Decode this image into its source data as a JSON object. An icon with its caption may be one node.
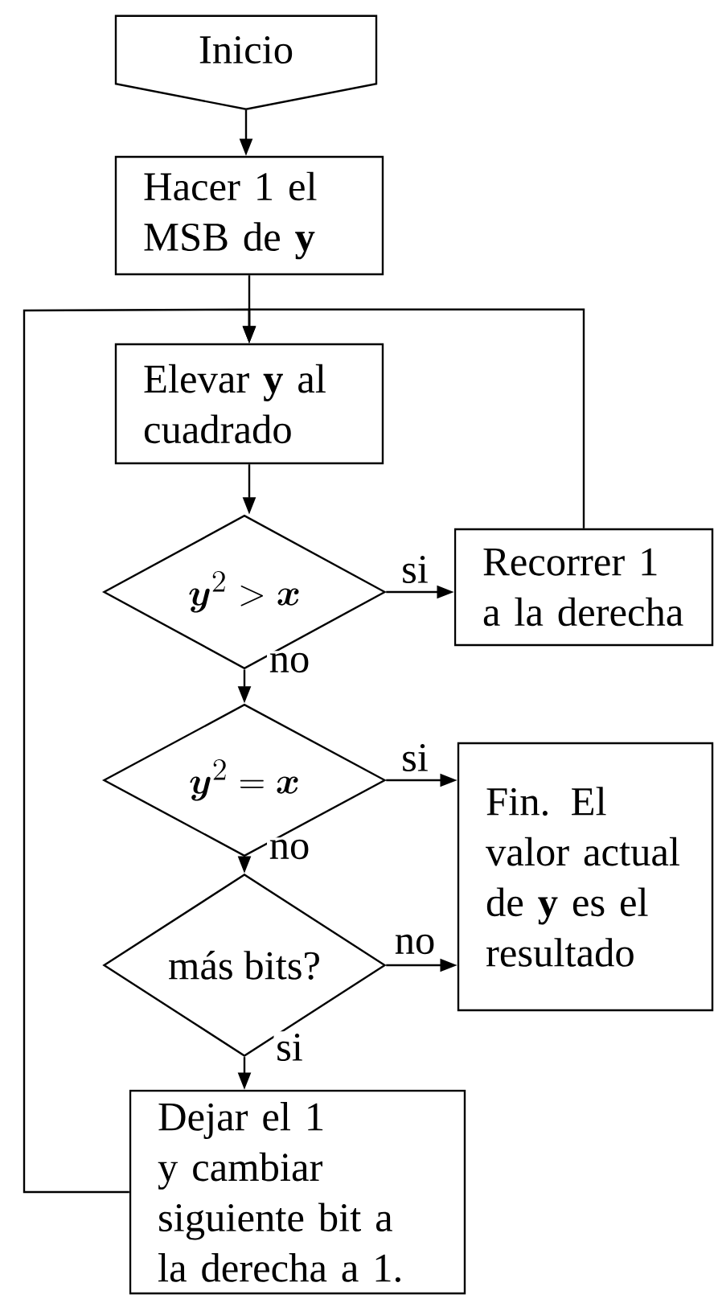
{
  "diagram": {
    "nodes": [
      {
        "text": [
          "Inicio"
        ]
      },
      {
        "text": [
          "Hacer 1 el MSB de **y**"
        ]
      },
      {
        "text": [
          "Elevar **y** al cuadrado"
        ]
      },
      {
        "text": [
          "\\boldsymbol{y}^{2} > \\boldsymbol{x}"
        ]
      },
      {
        "text": [
          "Recorrer 1 a la derecha"
        ]
      },
      {
        "text": [
          "\\boldsymbol{y}^{2} = \\boldsymbol{x}"
        ]
      },
      {
        "text": [
          "Fin. El valor actual de **y** es el resultado"
        ]
      },
      {
        "text": [
          "más bits?"
        ]
      },
      {
        "text": [
          "Dejar el 1 y cambiar siguiente bit a la derecha a 1."
        ]
      }
    ],
    "edges": [
      {
        "from": 0,
        "to": 1,
        "arrow": "to"
      },
      {
        "from": 1,
        "to": 2,
        "arrow": "to"
      },
      {
        "from": 2,
        "to": 3,
        "arrow": "to"
      },
      {
        "from": 3,
        "to": 4,
        "arrow": "to",
        "label": "si"
      },
      {
        "from": 3,
        "to": 5,
        "arrow": "to",
        "label": "no"
      },
      {
        "from": 4,
        "to": 2,
        "arrow": "to"
      },
      {
        "from": 5,
        "to": 6,
        "arrow": "to",
        "label": "si"
      },
      {
        "from": 5,
        "to": 7,
        "arrow": "to",
        "label": "no"
      },
      {
        "from": 7,
        "to": 6,
        "arrow": "to",
        "label": "no"
      },
      {
        "from": 7,
        "to": 8,
        "arrow": "to",
        "label": "si"
      },
      {
        "from": 8,
        "to": 2,
        "arrow": "to"
      }
    ]
  }
}
